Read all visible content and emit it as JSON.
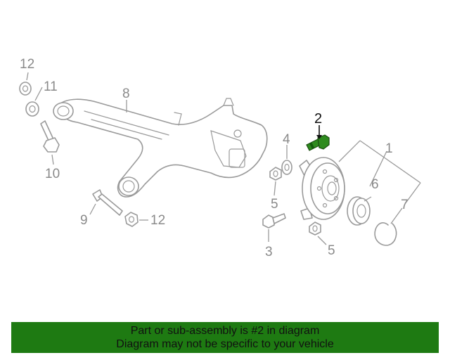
{
  "diagram": {
    "highlighted_part": "2",
    "callouts": {
      "c1": "1",
      "c2": "2",
      "c3": "3",
      "c4": "4",
      "c5a": "5",
      "c5b": "5",
      "c6": "6",
      "c7": "7",
      "c8": "8",
      "c9": "9",
      "c10": "10",
      "c11": "11",
      "c12a": "12",
      "c12b": "12"
    },
    "colors": {
      "banner": "#1e7a12",
      "highlight_part": "#2e8b1e",
      "line_art": "#9a9a9a"
    }
  },
  "banner": {
    "line1": "Part or sub-assembly is #2 in diagram",
    "line2": "Diagram may not be specific to your vehicle"
  }
}
